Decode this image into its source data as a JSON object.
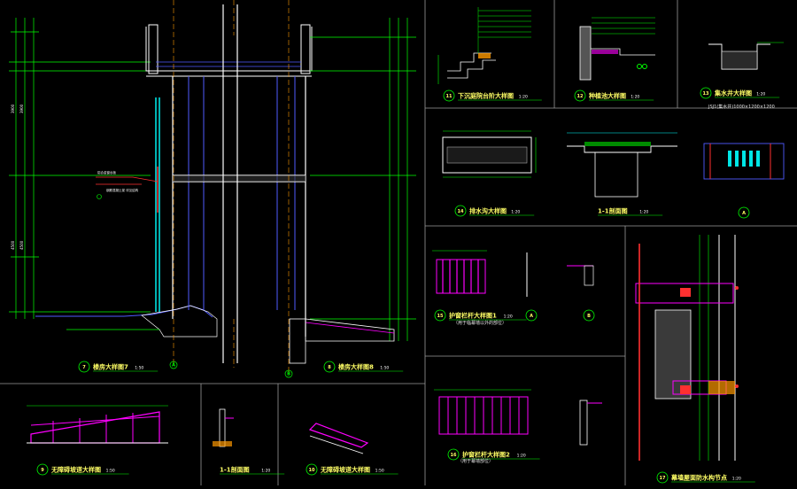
{
  "colors": {
    "background": "#000000",
    "frame": "#9a9a9a",
    "dim": "#00ff00",
    "wall": "#ffffff",
    "text": "#ffff66",
    "blue": "#4f5bff",
    "cyan": "#00ffff",
    "magenta": "#ff00ff",
    "red": "#ff3030",
    "yellow": "#ffff00",
    "orange": "#ff9900"
  },
  "details": [
    {
      "id": "d7",
      "number": "7",
      "title": "楼房大样图7",
      "scale": "1:50"
    },
    {
      "id": "d8",
      "number": "8",
      "title": "楼房大样图8",
      "scale": "1:50"
    },
    {
      "id": "d11",
      "number": "11",
      "title": "下沉庭院台阶大样图",
      "scale": "1:20"
    },
    {
      "id": "d12",
      "number": "12",
      "title": "种植池大样图",
      "scale": "1:20"
    },
    {
      "id": "d13",
      "number": "13",
      "title": "集水井大样图",
      "scale": "1:20"
    },
    {
      "id": "d14",
      "number": "14",
      "title": "排水沟大样图",
      "scale": "1:20"
    },
    {
      "id": "d11b",
      "number": "",
      "title": "1-1剖面图",
      "scale": "1:20"
    },
    {
      "id": "dA1",
      "number": "A",
      "title": "",
      "scale": ""
    },
    {
      "id": "d15",
      "number": "15",
      "title": "护窗栏杆大样图1",
      "scale": "1:20"
    },
    {
      "id": "dA2",
      "number": "A",
      "title": "",
      "scale": ""
    },
    {
      "id": "dB",
      "number": "B",
      "title": "",
      "scale": ""
    },
    {
      "id": "d16",
      "number": "16",
      "title": "护窗栏杆大样图2",
      "scale": "1:20"
    },
    {
      "id": "d17",
      "number": "17",
      "title": "幕墙屋面防水构节点",
      "scale": "1:20"
    },
    {
      "id": "d9",
      "number": "9",
      "title": "无障碍坡道大样图",
      "scale": "1:50"
    },
    {
      "id": "d11c",
      "number": "",
      "title": "1-1剖面图",
      "scale": "1:20"
    },
    {
      "id": "d10",
      "number": "10",
      "title": "无障碍坡道大样图",
      "scale": "1:50"
    }
  ],
  "notes": {
    "d15_sub": "（用于临幕墙以外的部位）",
    "d16_sub": "（用于幕墙部位）",
    "d13_sub": "JSJ1(集水井)1000×1200×1200",
    "axis_a": "A",
    "axis_b": "B"
  }
}
